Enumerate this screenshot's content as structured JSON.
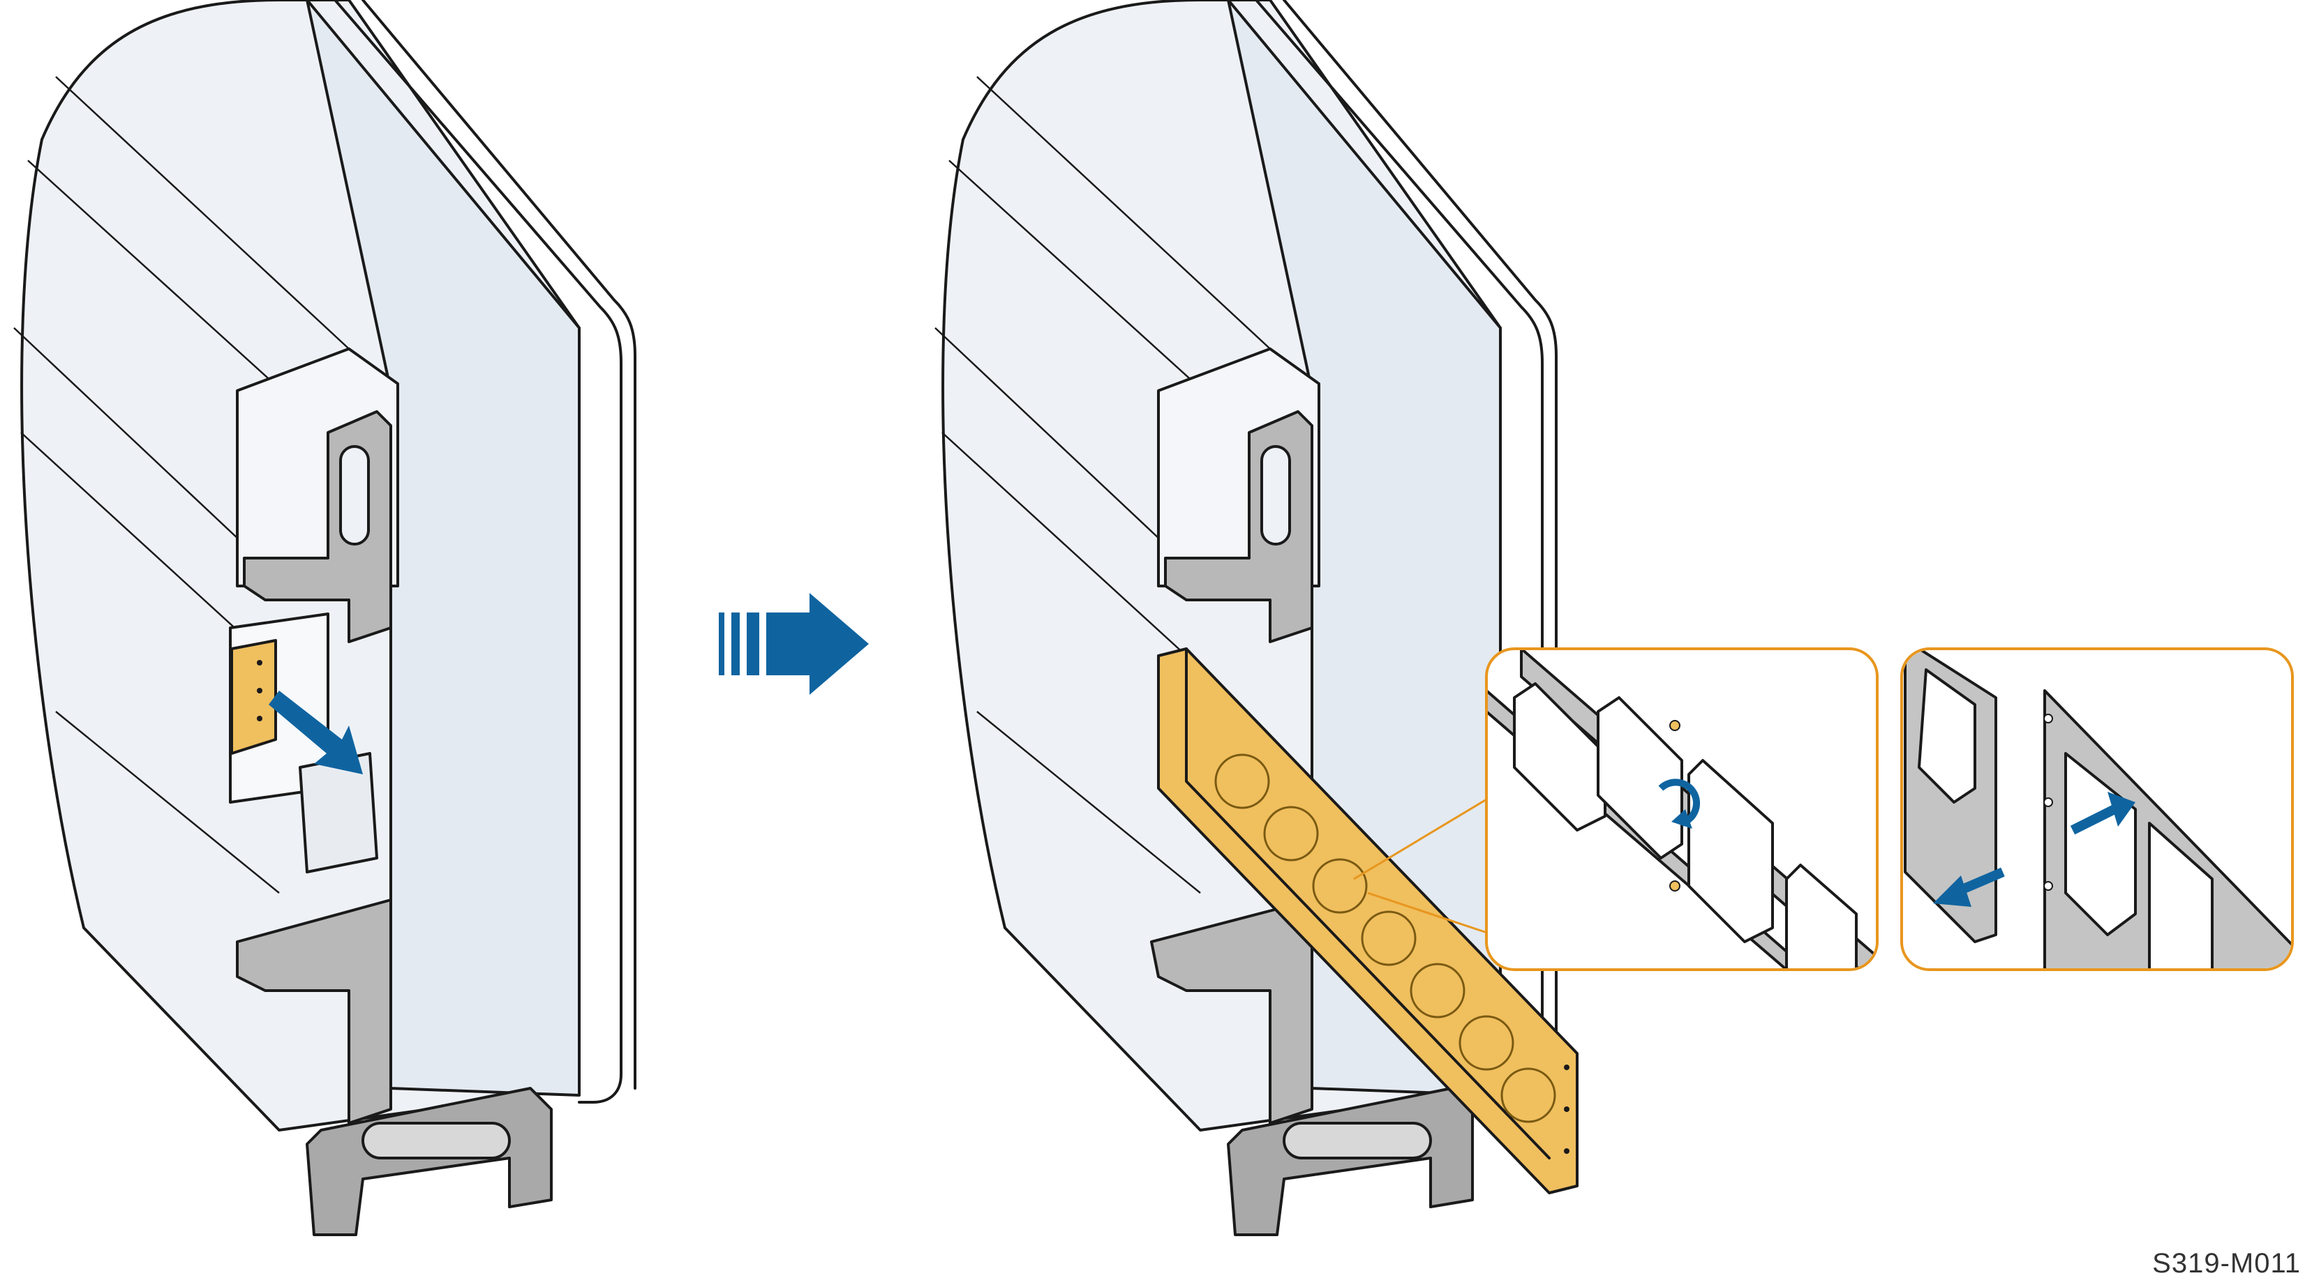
{
  "drawing_code": "S319-M011",
  "colors": {
    "body_fill": "#eef2f7",
    "outline": "#1a1a1a",
    "bracket_fill": "#b8b8b8",
    "highlight_part": "#f0bf5e",
    "highlight_stroke": "#c98a1c",
    "arrow": "#0f64a0",
    "callout_border": "#e8961e"
  },
  "panels": [
    {
      "name": "before",
      "action": "remove-cover",
      "arrow_icon": "diagonal-arrow"
    },
    {
      "name": "after",
      "action": "pull-out-fan-tray",
      "arrow_icon": "none"
    }
  ],
  "transition_arrow_icon": "right-arrow",
  "callouts": [
    {
      "name": "loosen-screws-detail",
      "arrow_icon": "rotate-arrow"
    },
    {
      "name": "separate-tray-detail",
      "arrow_icon": "double-arrow"
    }
  ]
}
